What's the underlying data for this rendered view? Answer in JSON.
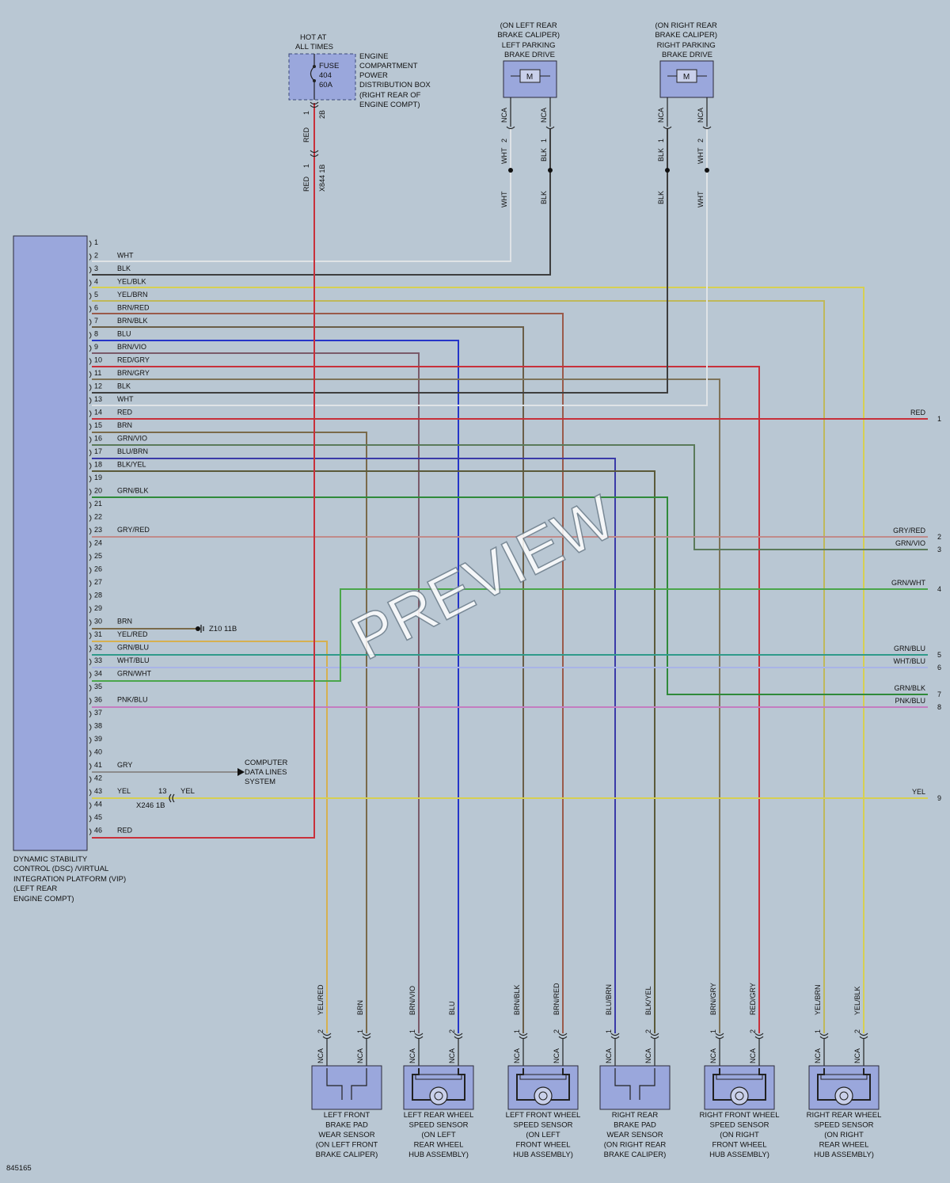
{
  "watermark": "PREVIEW",
  "diagram_id": "845165",
  "dsc": {
    "label_lines": [
      "DYNAMIC STABILITY",
      "CONTROL (DSC) /VIRTUAL",
      "INTEGRATION PLATFORM (VIP)",
      "(LEFT REAR",
      "ENGINE COMPT)"
    ],
    "pins": [
      {
        "n": "1",
        "wire": ""
      },
      {
        "n": "2",
        "wire": "WHT"
      },
      {
        "n": "3",
        "wire": "BLK"
      },
      {
        "n": "4",
        "wire": "YEL/BLK"
      },
      {
        "n": "5",
        "wire": "YEL/BRN"
      },
      {
        "n": "6",
        "wire": "BRN/RED"
      },
      {
        "n": "7",
        "wire": "BRN/BLK"
      },
      {
        "n": "8",
        "wire": "BLU"
      },
      {
        "n": "9",
        "wire": "BRN/VIO"
      },
      {
        "n": "10",
        "wire": "RED/GRY"
      },
      {
        "n": "11",
        "wire": "BRN/GRY"
      },
      {
        "n": "12",
        "wire": "BLK"
      },
      {
        "n": "13",
        "wire": "WHT"
      },
      {
        "n": "14",
        "wire": "RED"
      },
      {
        "n": "15",
        "wire": "BRN"
      },
      {
        "n": "16",
        "wire": "GRN/VIO"
      },
      {
        "n": "17",
        "wire": "BLU/BRN"
      },
      {
        "n": "18",
        "wire": "BLK/YEL"
      },
      {
        "n": "19",
        "wire": ""
      },
      {
        "n": "20",
        "wire": "GRN/BLK"
      },
      {
        "n": "21",
        "wire": ""
      },
      {
        "n": "22",
        "wire": ""
      },
      {
        "n": "23",
        "wire": "GRY/RED"
      },
      {
        "n": "24",
        "wire": ""
      },
      {
        "n": "25",
        "wire": ""
      },
      {
        "n": "26",
        "wire": ""
      },
      {
        "n": "27",
        "wire": ""
      },
      {
        "n": "28",
        "wire": ""
      },
      {
        "n": "29",
        "wire": ""
      },
      {
        "n": "30",
        "wire": "BRN"
      },
      {
        "n": "31",
        "wire": "YEL/RED"
      },
      {
        "n": "32",
        "wire": "GRN/BLU"
      },
      {
        "n": "33",
        "wire": "WHT/BLU"
      },
      {
        "n": "34",
        "wire": "GRN/WHT"
      },
      {
        "n": "35",
        "wire": ""
      },
      {
        "n": "36",
        "wire": "PNK/BLU"
      },
      {
        "n": "37",
        "wire": ""
      },
      {
        "n": "38",
        "wire": ""
      },
      {
        "n": "39",
        "wire": ""
      },
      {
        "n": "40",
        "wire": ""
      },
      {
        "n": "41",
        "wire": "GRY"
      },
      {
        "n": "42",
        "wire": ""
      },
      {
        "n": "43",
        "wire": "YEL"
      },
      {
        "n": "44",
        "wire": ""
      },
      {
        "n": "45",
        "wire": ""
      },
      {
        "n": "46",
        "wire": "RED"
      }
    ]
  },
  "fuse": {
    "hot_lines": [
      "HOT AT",
      "ALL TIMES"
    ],
    "lines": [
      "FUSE",
      "404",
      "60A"
    ],
    "box_lines": [
      "ENGINE",
      "COMPARTMENT",
      "POWER",
      "DISTRIBUTION BOX",
      "(RIGHT REAR OF",
      "ENGINE COMPT)"
    ],
    "terminal": "2B",
    "pin1_label": "1",
    "wire_top": "RED",
    "wire_bottom": "RED",
    "connector": "X844 1B"
  },
  "left_drive": {
    "lines": [
      "(ON LEFT REAR",
      "BRAKE CALIPER)",
      "LEFT PARKING",
      "BRAKE DRIVE"
    ],
    "motor": "M",
    "pins": [
      {
        "nca": "NCA",
        "n": "2",
        "wire": "WHT"
      },
      {
        "nca": "NCA",
        "n": "1",
        "wire": "BLK"
      }
    ]
  },
  "right_drive": {
    "lines": [
      "(ON RIGHT REAR",
      "BRAKE CALIPER)",
      "RIGHT PARKING",
      "BRAKE DRIVE"
    ],
    "motor": "M",
    "pins": [
      {
        "nca": "NCA",
        "n": "1",
        "wire": "BLK"
      },
      {
        "nca": "NCA",
        "n": "2",
        "wire": "WHT"
      }
    ]
  },
  "ground": {
    "label": "Z10 11B"
  },
  "data_lines": {
    "lines": [
      "COMPUTER",
      "DATA LINES",
      "SYSTEM"
    ]
  },
  "x246": {
    "label": "X246 1B",
    "pin": "13",
    "wire": "YEL"
  },
  "right_terms": [
    {
      "wire": "RED",
      "n": "1"
    },
    {
      "wire": "GRY/RED",
      "n": "2"
    },
    {
      "wire": "GRN/VIO",
      "n": "3"
    },
    {
      "wire": "GRN/WHT",
      "n": "4"
    },
    {
      "wire": "GRN/BLU",
      "n": "5"
    },
    {
      "wire": "WHT/BLU",
      "n": "6"
    },
    {
      "wire": "GRN/BLK",
      "n": "7"
    },
    {
      "wire": "PNK/BLU",
      "n": "8"
    },
    {
      "wire": "YEL",
      "n": "9"
    }
  ],
  "sensors": [
    {
      "lines": [
        "LEFT FRONT",
        "BRAKE PAD",
        "WEAR SENSOR",
        "(ON LEFT FRONT",
        "BRAKE CALIPER)"
      ],
      "pins": [
        {
          "wire": "YEL/RED",
          "n": "2",
          "nca": "NCA"
        },
        {
          "wire": "BRN",
          "n": "1",
          "nca": "NCA"
        }
      ]
    },
    {
      "lines": [
        "LEFT REAR WHEEL",
        "SPEED SENSOR",
        "(ON LEFT",
        "REAR WHEEL",
        "HUB ASSEMBLY)"
      ],
      "pins": [
        {
          "wire": "BRN/VIO",
          "n": "1",
          "nca": "NCA"
        },
        {
          "wire": "BLU",
          "n": "2",
          "nca": "NCA"
        }
      ]
    },
    {
      "lines": [
        "LEFT FRONT WHEEL",
        "SPEED SENSOR",
        "(ON LEFT",
        "FRONT WHEEL",
        "HUB ASSEMBLY)"
      ],
      "pins": [
        {
          "wire": "BRN/BLK",
          "n": "1",
          "nca": "NCA"
        },
        {
          "wire": "BRN/RED",
          "n": "2",
          "nca": "NCA"
        }
      ]
    },
    {
      "lines": [
        "RIGHT REAR",
        "BRAKE PAD",
        "WEAR SENSOR",
        "(ON RIGHT REAR",
        "BRAKE CALIPER)"
      ],
      "pins": [
        {
          "wire": "BLU/BRN",
          "n": "1",
          "nca": "NCA"
        },
        {
          "wire": "BLK/YEL",
          "n": "2",
          "nca": "NCA"
        }
      ]
    },
    {
      "lines": [
        "RIGHT FRONT WHEEL",
        "SPEED SENSOR",
        "(ON RIGHT",
        "FRONT WHEEL",
        "HUB ASSEMBLY)"
      ],
      "pins": [
        {
          "wire": "BRN/GRY",
          "n": "1",
          "nca": "NCA"
        },
        {
          "wire": "RED/GRY",
          "n": "2",
          "nca": "NCA"
        }
      ]
    },
    {
      "lines": [
        "RIGHT REAR WHEEL",
        "SPEED SENSOR",
        "(ON RIGHT",
        "REAR WHEEL",
        "HUB ASSEMBLY)"
      ],
      "pins": [
        {
          "wire": "YEL/BRN",
          "n": "1",
          "nca": "NCA"
        },
        {
          "wire": "YEL/BLK",
          "n": "2",
          "nca": "NCA"
        }
      ]
    }
  ],
  "colors": {
    "bg": "#b9c7d3",
    "module": "#9aa7dc",
    "wire_red": "#c8303a",
    "wire_blk": "#3e3e3e",
    "wire_wht": "#dfe3e6",
    "wire_yel": "#d6cf52",
    "wire_brn": "#7a6a4a",
    "wire_blu": "#2535c8",
    "wire_grn": "#3a9c3a",
    "wire_gry": "#8c8c8c",
    "wire_pnk": "#c47cc0"
  }
}
